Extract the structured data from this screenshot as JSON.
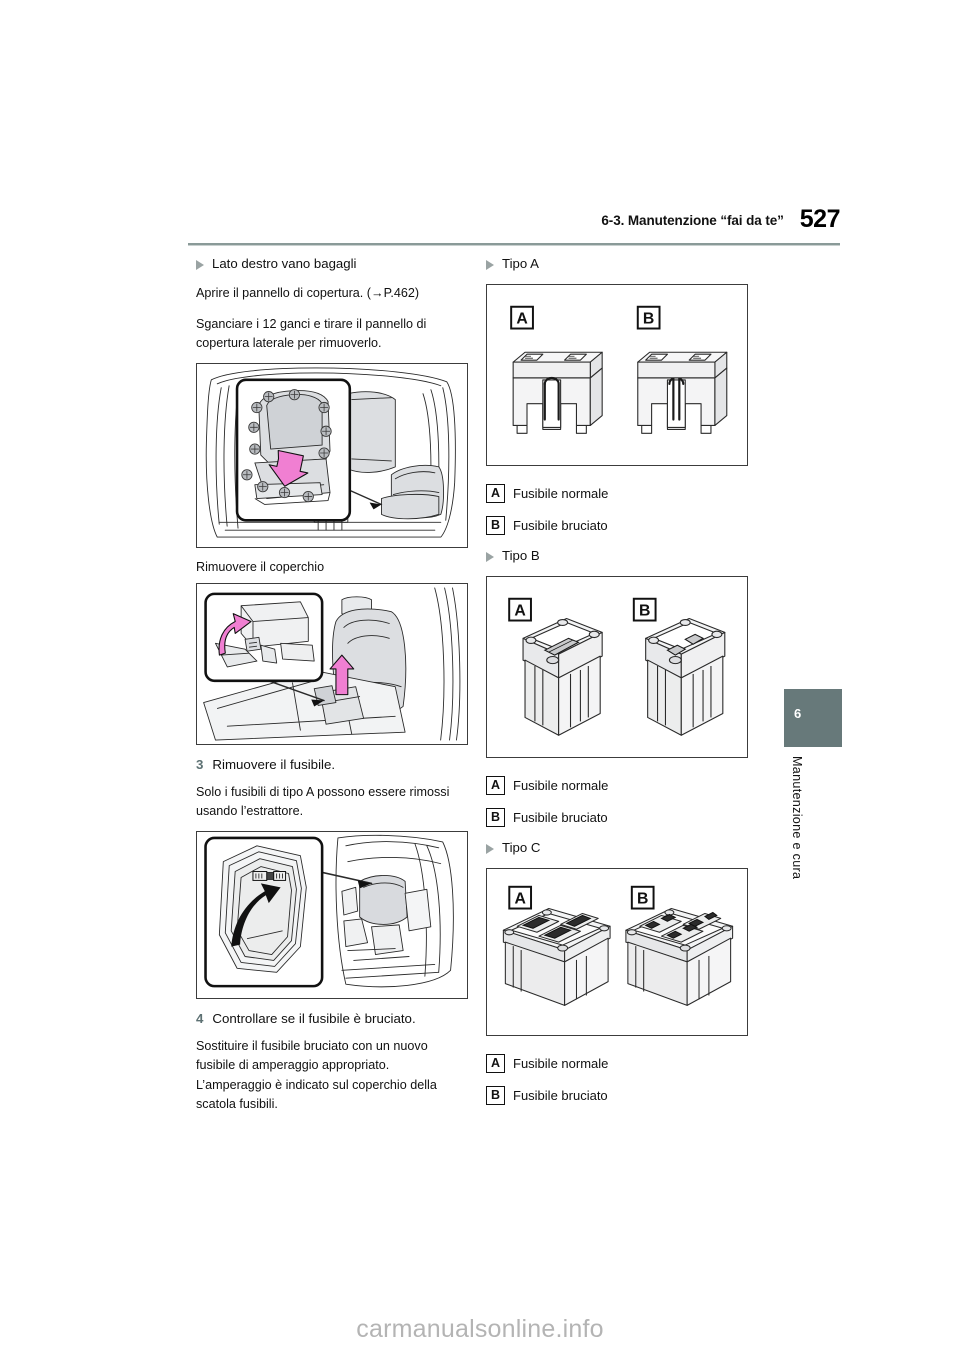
{
  "header": {
    "title": "6-3. Manutenzione “fai da te”",
    "page_number": "527",
    "rule_color": "#8a9a98"
  },
  "chapter_tab": {
    "number": "6",
    "label": "Manutenzione e cura",
    "color": "#67797a"
  },
  "left_column": {
    "section_heading": "Lato destro vano bagagli",
    "para1": "Aprire il pannello di copertura. (→P.462)",
    "para2": "Sganciare i 12 ganci e tirare il pannello di copertura laterale per rimuoverlo.",
    "figure1_name": "luggage-compartment-trim-panel-clips",
    "caption_cover": "Rimuovere il coperchio",
    "figure2_name": "fuse-box-cover-removal",
    "step3_num": "3",
    "step3_text": "Rimuovere il fusibile.",
    "para3": "Solo i fusibili di tipo A possono essere rimossi usando l’estrattore.",
    "figure3_name": "fuse-puller-location-in-lid",
    "step4_num": "4",
    "step4_text": "Controllare se il fusibile è bruciato.",
    "para4": "Sostituire il fusibile bruciato con un nuovo fusibile di amperaggio appropriato. L’amperaggio è indicato sul coperchio della scatola fusibili."
  },
  "right_column": {
    "type_a_heading": "Tipo A",
    "type_a_figure_name": "blade-fuse-comparison",
    "type_a_legend": [
      {
        "key": "A",
        "text": "Fusibile normale"
      },
      {
        "key": "B",
        "text": "Fusibile bruciato"
      }
    ],
    "type_b_heading": "Tipo B",
    "type_b_figure_name": "cartridge-fuse-comparison",
    "type_b_legend": [
      {
        "key": "A",
        "text": "Fusibile normale"
      },
      {
        "key": "B",
        "text": "Fusibile bruciato"
      }
    ],
    "type_c_heading": "Tipo C",
    "type_c_figure_name": "multi-fuse-block-comparison",
    "type_c_legend": [
      {
        "key": "A",
        "text": "Fusibile normale"
      },
      {
        "key": "B",
        "text": "Fusibile bruciato"
      }
    ]
  },
  "watermark": "carmanualsonline.info"
}
